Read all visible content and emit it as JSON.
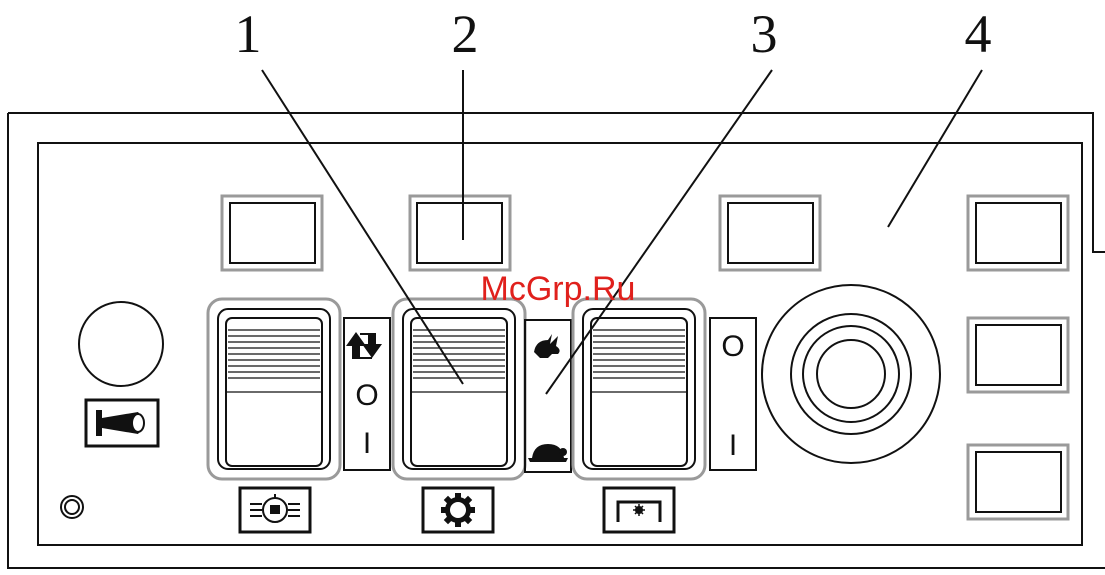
{
  "callouts": {
    "c1": "1",
    "c2": "2",
    "c3": "3",
    "c4": "4"
  },
  "watermark": "McGrp.Ru",
  "indicators": {
    "sw1_off": "O",
    "sw1_on": "I",
    "sw3_off": "O",
    "sw3_on": "I"
  },
  "icons": {
    "horn": "horn-icon",
    "direction": "up-down-arrows-icon",
    "hare": "hare-icon",
    "tortoise": "tortoise-icon",
    "axle": "differential-lock-icon",
    "gear": "gear-icon",
    "pto": "pto-icon"
  },
  "colors": {
    "line": "#111111",
    "bezel": "#9a9a9a",
    "watermark": "#e0201c"
  }
}
